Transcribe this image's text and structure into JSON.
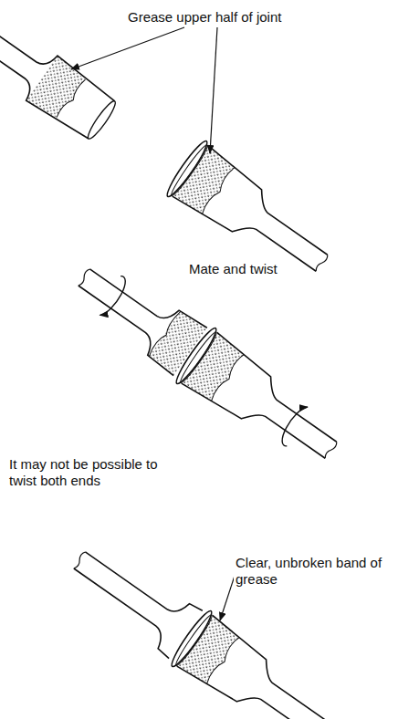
{
  "diagram": {
    "labels": [
      "Grease upper half of joint",
      "Mate and twist",
      "It may not be possible to twist both ends",
      "Clear, unbroken band of grease"
    ]
  }
}
